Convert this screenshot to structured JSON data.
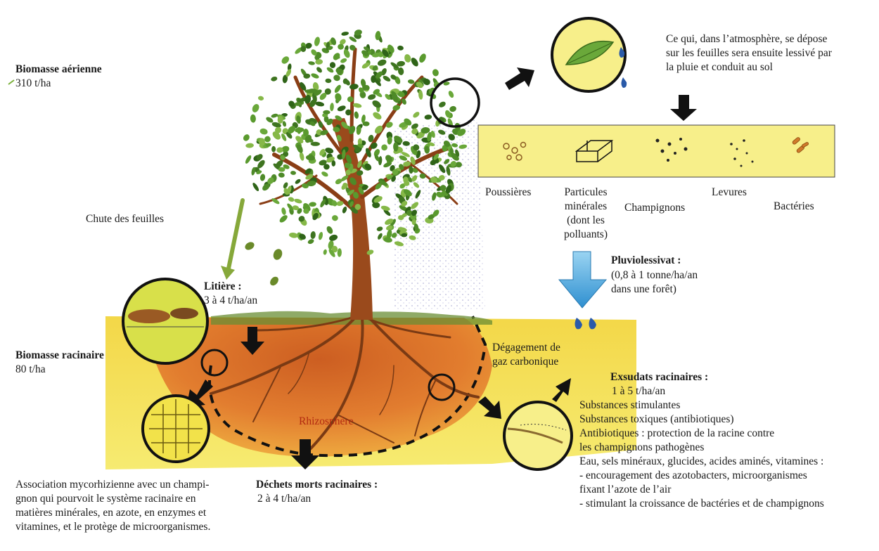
{
  "labels": {
    "biomasse_aerienne_title": "Biomasse aérienne",
    "biomasse_aerienne_value": "310 t/ha",
    "chute_feuilles": "Chute des feuilles",
    "litiere_title": "Litière :",
    "litiere_value": "3 à 4 t/ha/an",
    "biomasse_racinaire_title": "Biomasse racinaire",
    "biomasse_racinaire_value": "80 t/ha",
    "rhizosphere": "Rhizosphère",
    "dechets_title": "Déchets morts racinaires :",
    "dechets_value": "2 à 4 t/ha/an",
    "mycorhize_lines": [
      "Association mycorhizienne avec un champi-",
      "gnon qui pourvoit le système racinaire en",
      "matières minérales, en azote, en enzymes et",
      "vitamines, et le protège de microorganismes."
    ],
    "atmosphere_lines": [
      "Ce qui, dans l’atmosphère, se dépose",
      "sur les feuilles sera ensuite lessivé par",
      "la pluie et conduit au sol"
    ],
    "particules": {
      "poussieres": "Poussières",
      "minerales_lines": [
        "Particules",
        "minérales",
        "(dont les",
        "polluants)"
      ],
      "champignons": "Champignons",
      "levures": "Levures",
      "bacteries": "Bactéries"
    },
    "pluviolessivat_title": "Pluviolessivat :",
    "pluviolessivat_lines": [
      "(0,8 à 1 tonne/ha/an",
      "dans une forêt)"
    ],
    "degagement_lines": [
      "Dégagement de",
      "gaz carbonique"
    ],
    "exsudats_title": "Exsudats racinaires :",
    "exsudats_lines": [
      "1 à 5 t/ha/an",
      "Substances stimulantes",
      "Substances toxiques (antibiotiques)",
      "Antibiotiques : protection de la racine contre",
      "les champignons pathogènes",
      "Eau, sels minéraux, glucides, acides aminés, vitamines :",
      "- encouragement des azotobacters, microorganismes",
      "fixant l’azote de l’air",
      "- stimulant la croissance de bactéries et de champignons"
    ]
  },
  "colors": {
    "soil_yellow": "#f3e24a",
    "rhizo_orange": "#e0722a",
    "leaf_green": "#5a9a2e",
    "trunk_brown": "#9a4a1c",
    "band_yellow": "#f7ef8a",
    "water_blue": "#3aa0d8",
    "arrow_black": "#111111"
  }
}
